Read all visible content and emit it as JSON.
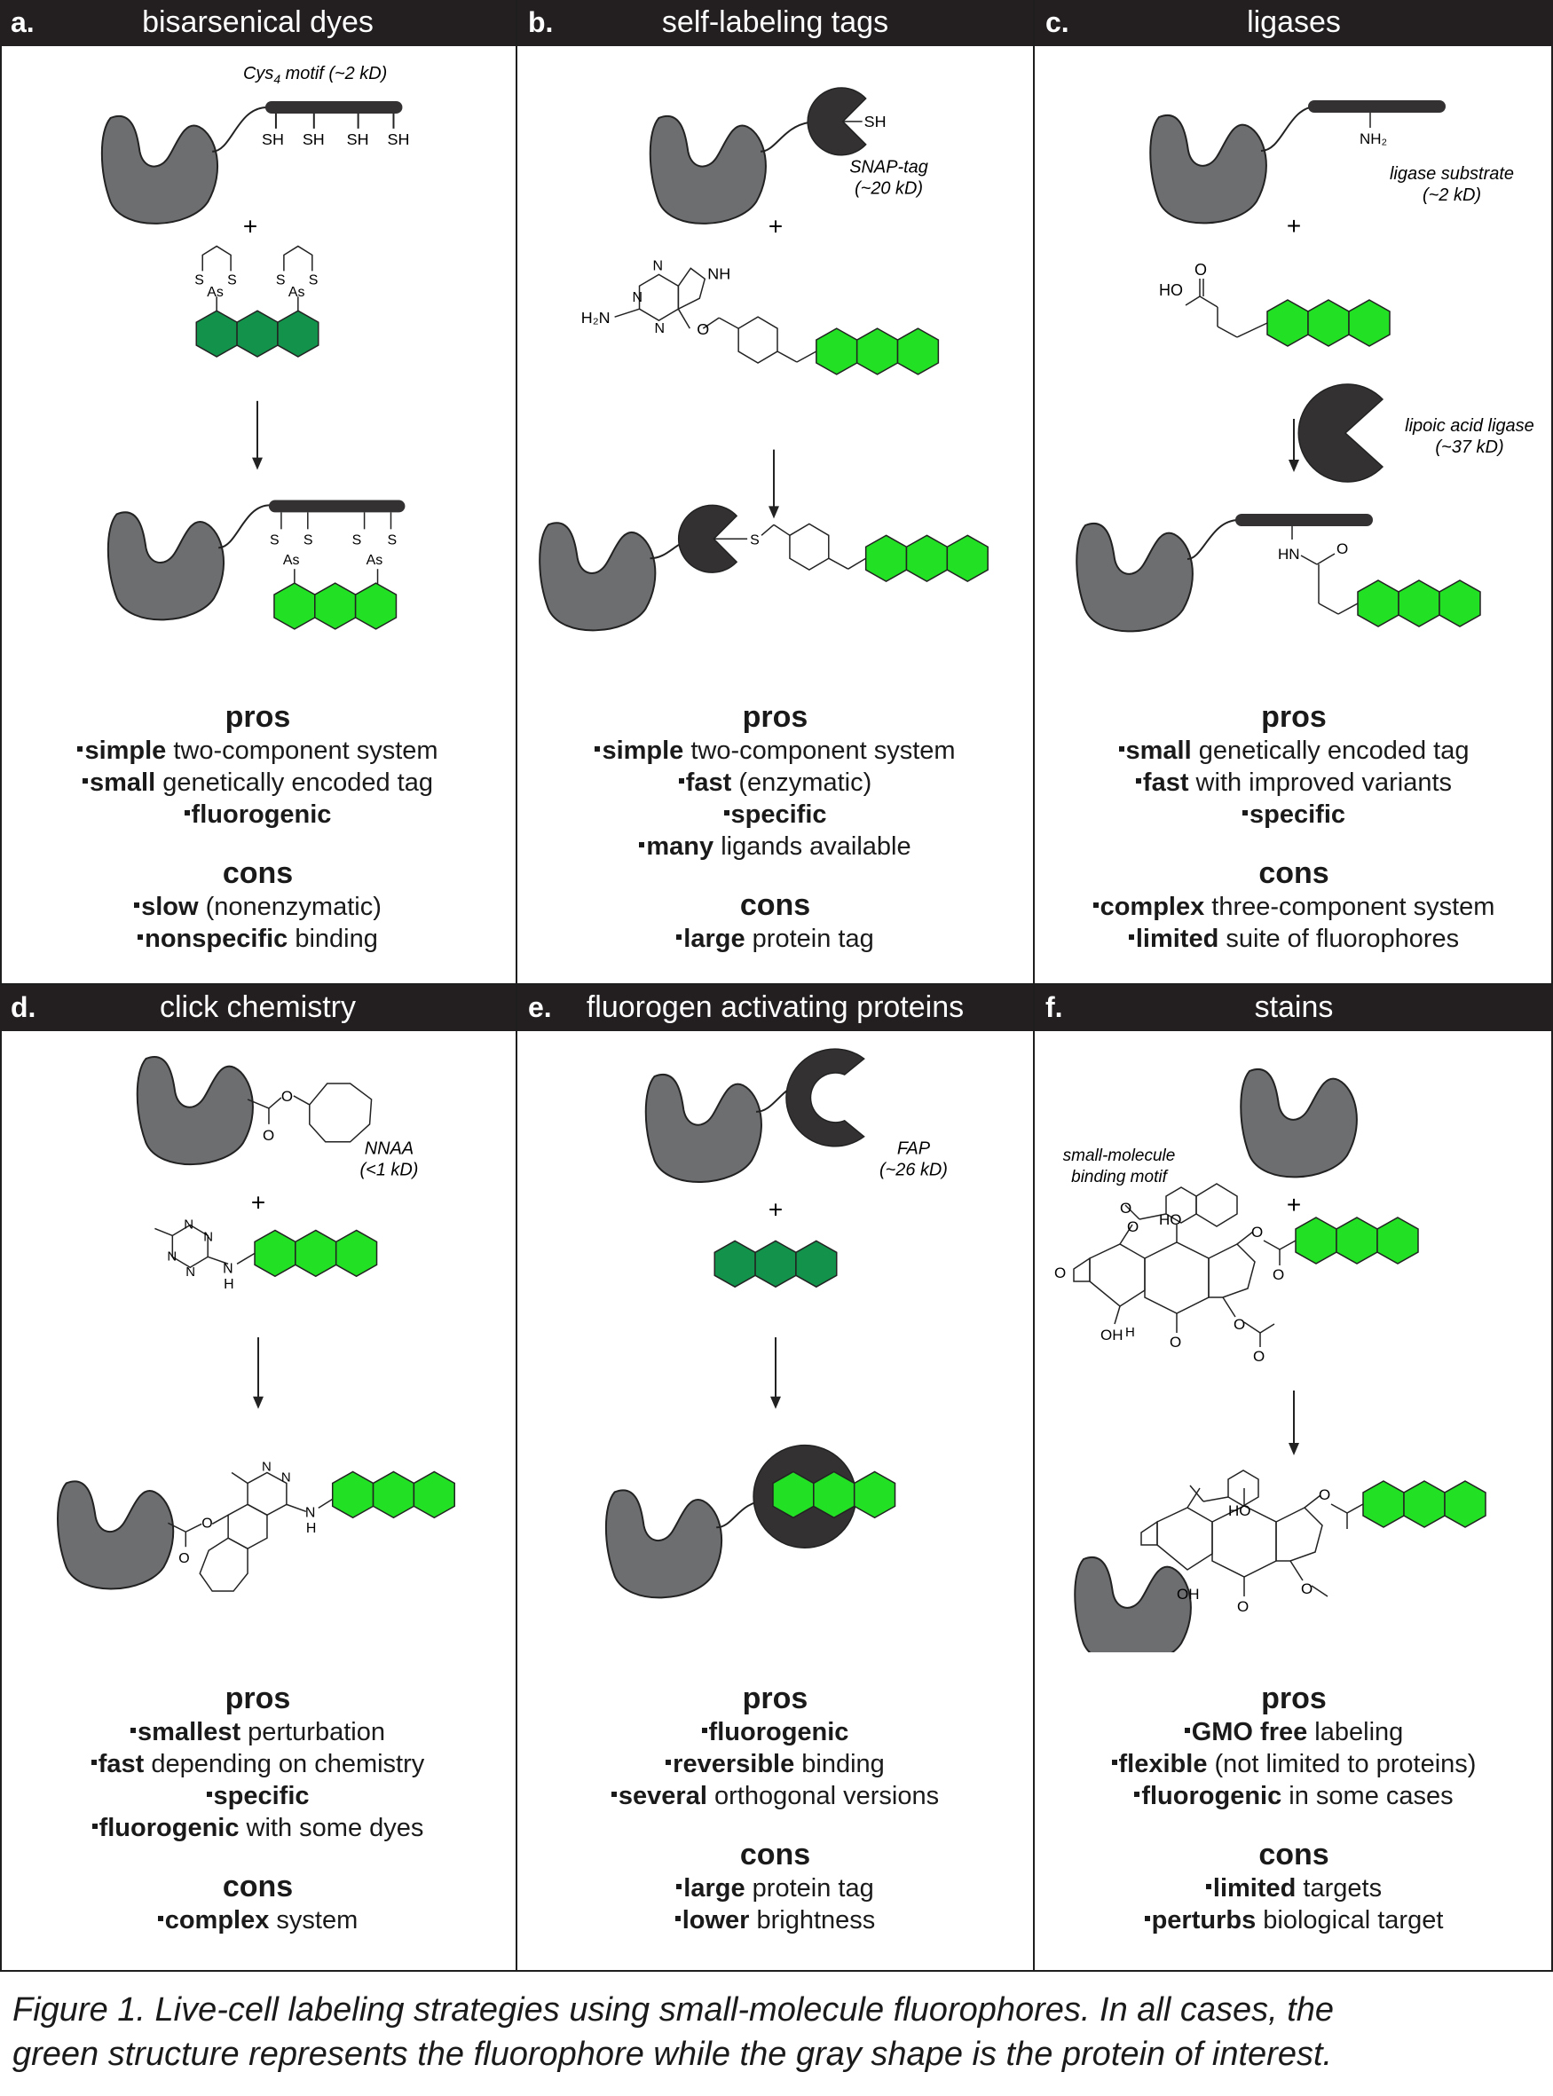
{
  "panels": [
    {
      "letter": "a.",
      "title": "bisarsenical dyes",
      "annotations": {
        "tag": "Cys",
        "tag_sub": "4",
        "tag_rest": " motif (~2 kD)",
        "sh": "SH",
        "s": "S",
        "as": "As"
      },
      "plus": "+",
      "pros_title": "pros",
      "pros": [
        {
          "bold": "simple",
          "rest": " two-component system"
        },
        {
          "bold": "small",
          "rest": " genetically encoded tag"
        },
        {
          "bold": "fluorogenic",
          "rest": ""
        }
      ],
      "cons_title": "cons",
      "cons": [
        {
          "bold": "slow",
          "rest": " (nonenzymatic)"
        },
        {
          "bold": "nonspecific",
          "rest": " binding"
        }
      ]
    },
    {
      "letter": "b.",
      "title": "self-labeling tags",
      "annotations": {
        "tag1": "SNAP-tag",
        "tag2": "(~20 kD)",
        "sh": "SH",
        "nh": "NH",
        "h2n": "H₂N",
        "n": "N",
        "o": "O",
        "s": "S"
      },
      "plus": "+",
      "pros_title": "pros",
      "pros": [
        {
          "bold": "simple",
          "rest": " two-component system"
        },
        {
          "bold": "fast",
          "rest": " (enzymatic)"
        },
        {
          "bold": "specific",
          "rest": ""
        },
        {
          "bold": "many",
          "rest": " ligands available"
        }
      ],
      "cons_title": "cons",
      "cons": [
        {
          "bold": "large",
          "rest": " protein tag"
        }
      ]
    },
    {
      "letter": "c.",
      "title": "ligases",
      "annotations": {
        "nh2": "NH₂",
        "sub1": "ligase substrate",
        "sub2": "(~2 kD)",
        "ho": "HO",
        "o": "O",
        "lig1": "lipoic acid ligase",
        "lig2": "(~37 kD)",
        "hn": "HN"
      },
      "plus": "+",
      "pros_title": "pros",
      "pros": [
        {
          "bold": "small",
          "rest": " genetically encoded tag"
        },
        {
          "bold": "fast",
          "rest": " with improved variants"
        },
        {
          "bold": "specific",
          "rest": ""
        }
      ],
      "cons_title": "cons",
      "cons": [
        {
          "bold": "complex",
          "rest": " three-component system"
        },
        {
          "bold": "limited",
          "rest": " suite of fluorophores"
        }
      ]
    },
    {
      "letter": "d.",
      "title": "click chemistry",
      "annotations": {
        "nnaa1": "NNAA",
        "nnaa2": "(<1 kD)",
        "o": "O",
        "n": "N",
        "nh": "N",
        "h": "H"
      },
      "plus": "+",
      "pros_title": "pros",
      "pros": [
        {
          "bold": "smallest",
          "rest": " perturbation"
        },
        {
          "bold": "fast",
          "rest": " depending on chemistry"
        },
        {
          "bold": "specific",
          "rest": ""
        },
        {
          "bold": "fluorogenic",
          "rest": " with some dyes"
        }
      ],
      "cons_title": "cons",
      "cons": [
        {
          "bold": "complex",
          "rest": " system"
        }
      ]
    },
    {
      "letter": "e.",
      "title": "fluorogen activating proteins",
      "annotations": {
        "fap1": "FAP",
        "fap2": "(~26 kD)"
      },
      "plus": "+",
      "pros_title": "pros",
      "pros": [
        {
          "bold": "fluorogenic",
          "rest": ""
        },
        {
          "bold": "reversible",
          "rest": " binding"
        },
        {
          "bold": "several",
          "rest": " orthogonal versions"
        }
      ],
      "cons_title": "cons",
      "cons": [
        {
          "bold": "large",
          "rest": " protein tag"
        },
        {
          "bold": "lower",
          "rest": " brightness"
        }
      ]
    },
    {
      "letter": "f.",
      "title": "stains",
      "annotations": {
        "motif1": "small-molecule",
        "motif2": "binding motif",
        "ho": "HO",
        "oh": "OH",
        "o": "O",
        "h": "H"
      },
      "plus": "+",
      "pros_title": "pros",
      "pros": [
        {
          "bold": "GMO free",
          "rest": " labeling"
        },
        {
          "bold": "flexible",
          "rest": " (not limited to proteins)"
        },
        {
          "bold": "fluorogenic",
          "rest": " in some cases"
        }
      ],
      "cons_title": "cons",
      "cons": [
        {
          "bold": "limited",
          "rest": " targets"
        },
        {
          "bold": "perturbs",
          "rest": " biological target"
        }
      ]
    }
  ],
  "caption": {
    "line1": "Figure 1. Live-cell labeling strategies using small-molecule fluorophores. In all cases, the",
    "line2": "green structure represents the fluorophore while the gray shape is the protein of interest."
  },
  "colors": {
    "protein_gray": "#6d6e70",
    "tag_dark": "#333132",
    "fluor_bright": "#22e024",
    "fluor_dark": "#12924a",
    "header_bg": "#231f20"
  }
}
